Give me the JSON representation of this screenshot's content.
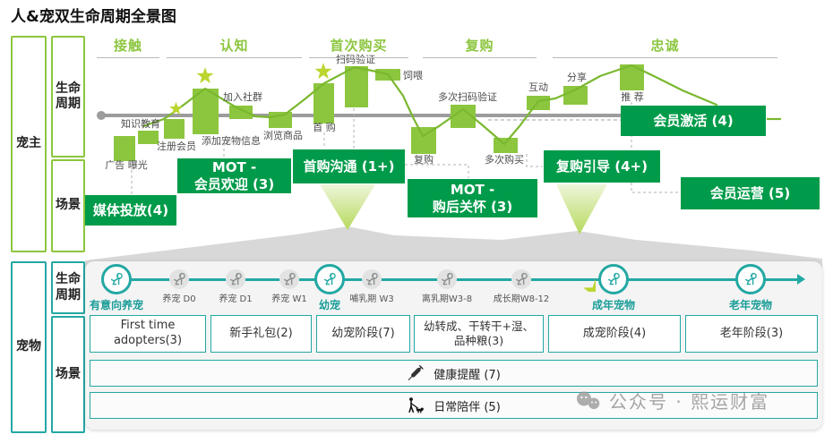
{
  "title": "人&宠双生命周期全景图",
  "colors": {
    "light_green": "#8CC63F",
    "dark_green": "#009B4A",
    "teal": "#23A8A3",
    "star_green": "#BCD52F",
    "gray_line": "#9C9C9C"
  },
  "owner": {
    "label": "宠主",
    "lifecycle_label": "生命\n周期",
    "scene_label": "场景",
    "stages": [
      "接触",
      "认知",
      "首次购买",
      "复购",
      "忠诚"
    ],
    "touchpoints": [
      {
        "label": "广告 曝光",
        "position": "below"
      },
      {
        "label": "知识教育",
        "position": "below"
      },
      {
        "label": "注册会员",
        "position": "cross"
      },
      {
        "label": "添加宠物信息",
        "position": "above",
        "starred": true
      },
      {
        "label": "加入社群",
        "position": "above"
      },
      {
        "label": "浏览商品",
        "position": "below"
      },
      {
        "label": "首 购",
        "position": "above",
        "starred": true
      },
      {
        "label": "扫码验证",
        "position": "above"
      },
      {
        "label": "饲喂",
        "position": "above"
      },
      {
        "label": "复购",
        "position": "below"
      },
      {
        "label": "多次扫码验证",
        "position": "cross"
      },
      {
        "label": "多次购买",
        "position": "below"
      },
      {
        "label": "互动",
        "position": "above"
      },
      {
        "label": "分享",
        "position": "above"
      },
      {
        "label": "推 荐",
        "position": "above"
      }
    ],
    "scene_boxes": [
      {
        "label": "媒体投放(4)"
      },
      {
        "label": "MOT -\n会员欢迎 (3)"
      },
      {
        "label": "首购沟通 (1+)"
      },
      {
        "label": "MOT -\n购后关怀 (3)"
      },
      {
        "label": "复购引导 (4+)"
      },
      {
        "label": "会员激活 (4)"
      },
      {
        "label": "会员运营 (5)"
      }
    ]
  },
  "pet": {
    "label": "宠物",
    "lifecycle_label": "生命\n周期",
    "scene_label": "场景",
    "major_nodes": [
      "有意向养宠",
      "幼宠",
      "成年宠物",
      "老年宠物"
    ],
    "minor_nodes": [
      "养宠 D0",
      "养宠 D1",
      "养宠 W1",
      "哺乳期 W3",
      "离乳期W3-8",
      "成长期W8-12"
    ],
    "stage_boxes": [
      {
        "label": "First time\nadopters(3)"
      },
      {
        "label": "新手礼包(2)"
      },
      {
        "label": "幼宠阶段(7)"
      },
      {
        "label": "幼转成、干转干+湿、\n品种粮(3)"
      },
      {
        "label": "成宠阶段(4)"
      },
      {
        "label": "老年阶段(3)"
      }
    ],
    "health_row": "健康提醒 (7)",
    "companion_row": "日常陪伴 (5)"
  },
  "watermark": "公众号 · 熙运财富"
}
